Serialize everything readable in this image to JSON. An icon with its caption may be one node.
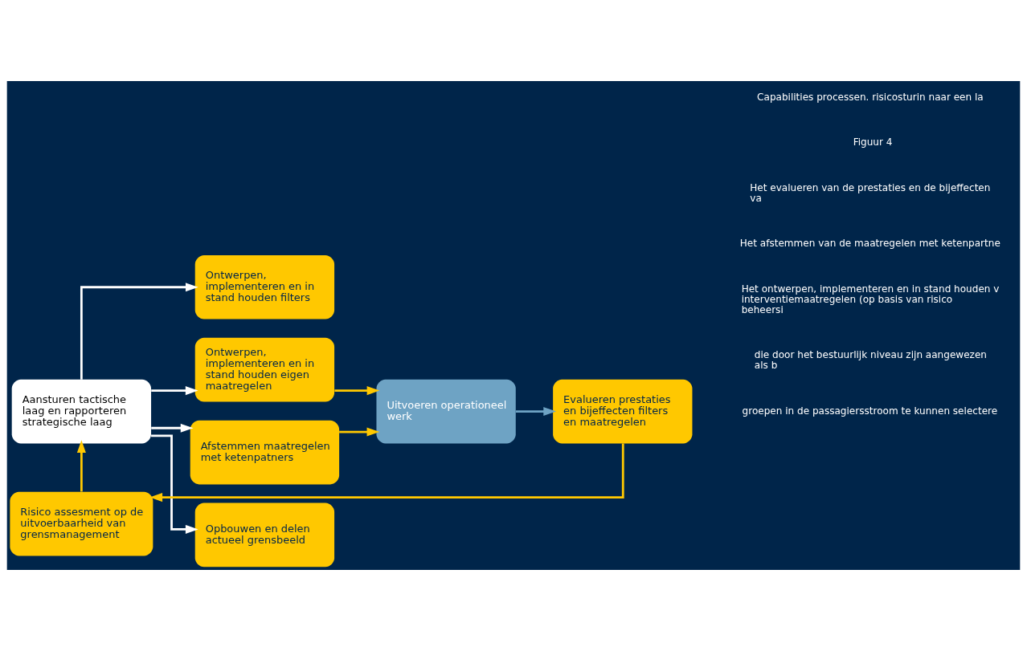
{
  "diagram": {
    "nodes": [
      {
        "text": [
          "Aansturen tactische laag en rapporteren strategische laag"
        ]
      },
      {
        "text": [
          "Ontwerpen, implementeren en in stand houden filters"
        ]
      },
      {
        "text": [
          "Ontwerpen, implementeren en in stand houden eigen maatregelen"
        ]
      },
      {
        "text": [
          "Afstemmen maatregelen met ketenpatners"
        ]
      },
      {
        "text": [
          "Opbouwen en delen actueel grensbeeld"
        ]
      },
      {
        "text": [
          "Uitvoeren operationeel werk"
        ]
      },
      {
        "text": [
          "Evalueren prestaties en bijeffecten filters en maatregelen"
        ]
      },
      {
        "text": [
          "Risico assesment op de uitvoerbaarheid van grensmanagement"
        ]
      }
    ],
    "edges": [
      {
        "from": 0,
        "to": 1,
        "arrow": "to",
        "color": "#ffffff"
      },
      {
        "from": 0,
        "to": 2,
        "arrow": "to",
        "color": "#ffffff"
      },
      {
        "from": 0,
        "to": 3,
        "arrow": "to",
        "color": "#ffffff"
      },
      {
        "from": 0,
        "to": 4,
        "arrow": "to",
        "color": "#ffffff"
      },
      {
        "from": 2,
        "to": 5,
        "arrow": "to",
        "color": "#ffc800"
      },
      {
        "from": 3,
        "to": 5,
        "arrow": "to",
        "color": "#ffc800"
      },
      {
        "from": 5,
        "to": 6,
        "arrow": "to",
        "color": "#6ea3c4"
      },
      {
        "from": 6,
        "to": 7,
        "arrow": "to",
        "color": "#ffc800"
      },
      {
        "from": 7,
        "to": 0,
        "arrow": "to",
        "color": "#ffc800"
      }
    ],
    "labels": [
      "groepen in de passagiersstroom te kunnen selectere",
      "die door het bestuurlijk niveau zijn aangewezen als b",
      "Het ontwerpen, implementeren en in stand houden v interventiemaatregelen (op basis van risico beheersi",
      "Het afstemmen van de maatregelen met ketenpartne",
      "Het evalueren van de prestaties en de bijeffecten va",
      "Figuur 4",
      "Capabilities processen. risicosturin naar een la"
    ]
  }
}
